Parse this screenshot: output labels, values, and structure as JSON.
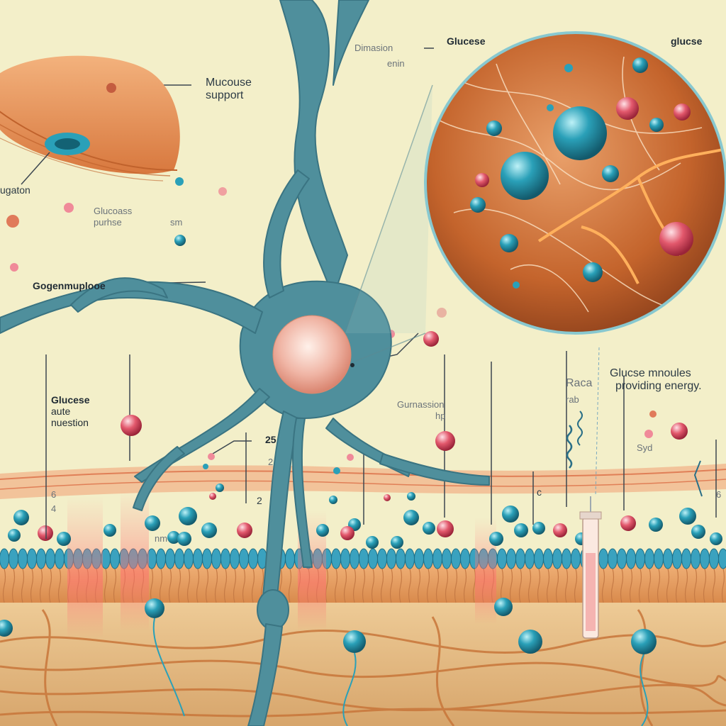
{
  "labels": {
    "mucouse_support": [
      "Mucouse",
      "support"
    ],
    "ugaton": "ugaton",
    "glucoass_purhse": [
      "Glucoass",
      "purhse"
    ],
    "sm": "sm",
    "gogenmuplooe": "Gogenmuplooe",
    "glucese_left": [
      "Glucese",
      "aute",
      "nuestion"
    ],
    "dimasion_enin": [
      "Dimasion",
      "enin"
    ],
    "inset_left_title": "Glucese",
    "inset_right_title": "glucse",
    "gurnassion_hp": [
      "Gurnassion",
      "hp"
    ],
    "num_25": "25",
    "num_2_mid": "2",
    "num_2_low": "2",
    "num_6": "6",
    "num_4": "4",
    "c_mark": "c",
    "nm_mark": "nm",
    "raca": "Raca",
    "rab": "rab",
    "glucse_moules": [
      "Glucse mnoules",
      "providing energy."
    ],
    "syd": "Syd",
    "num_6_right": "6"
  },
  "colors": {
    "background": "#f3efc9",
    "neuron": "#4f8f9c",
    "neuron_dark": "#3a7482",
    "membrane_head": "#3aa2bf",
    "membrane_tail": "#e59a5e",
    "tissue": "#e8c08a",
    "fiber": "#c8763a",
    "molecule_teal": "#2aa0b8",
    "molecule_pink": "#e2586c",
    "inset_bg": "#c4642c",
    "vein": "#f6b26b"
  }
}
